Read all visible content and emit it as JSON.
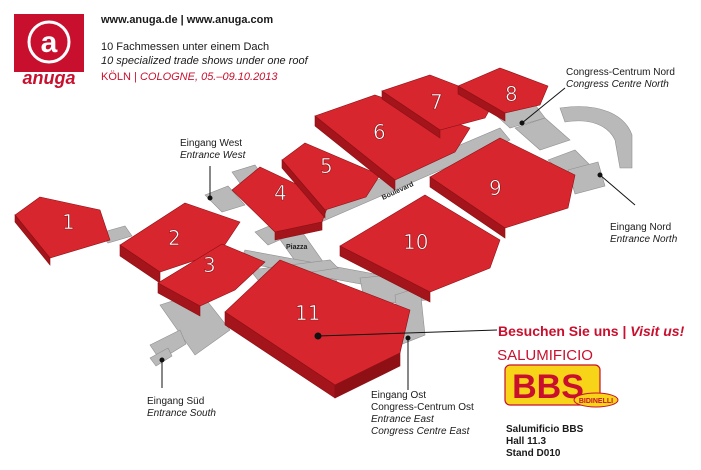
{
  "logo": {
    "brand_text": "anuga"
  },
  "header": {
    "url_line": "www.anuga.de | www.anuga.com",
    "tagline_de": "10 Fachmessen unter einem Dach",
    "tagline_en": "10 specialized trade shows under one roof",
    "city_de": "KÖLN",
    "city_en": "COLOGNE, 05.–09.10.2013"
  },
  "halls": [
    "1",
    "2",
    "3",
    "4",
    "5",
    "6",
    "7",
    "8",
    "9",
    "10",
    "11"
  ],
  "map_labels": {
    "boulevard": "Boulevard",
    "piazza": "Piazza"
  },
  "entrances": {
    "west": {
      "de": "Eingang West",
      "en": "Entrance West"
    },
    "north": {
      "de": "Eingang Nord",
      "en": "Entrance North"
    },
    "south": {
      "de": "Eingang Süd",
      "en": "Entrance South"
    },
    "east": {
      "de": "Eingang Ost",
      "de2": "Congress-Centrum Ost",
      "en": "Entrance East",
      "en2": "Congress Centre East"
    },
    "congress_north": {
      "de": "Congress-Centrum Nord",
      "en": "Congress Centre North"
    }
  },
  "cta": {
    "de": "Besuchen Sie uns",
    "en": "Visit us!"
  },
  "exhibitor": {
    "logo_top": "SALUMIFICIO",
    "logo_main": "BBS",
    "logo_badge": "BIDINELLI",
    "name": "Salumificio BBS",
    "hall": "Hall 11.3",
    "stand": "Stand D010"
  },
  "colors": {
    "brand_red": "#c8102e",
    "hall_red": "#d8262e",
    "path_gray": "#b9b9b9",
    "logo_yellow": "#f7d417"
  }
}
